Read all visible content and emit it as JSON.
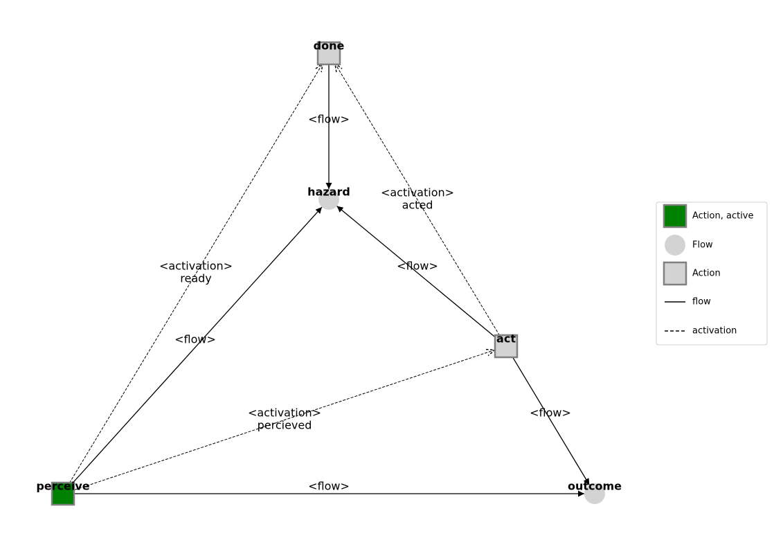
{
  "diagram": {
    "colors": {
      "action_active": "#008000",
      "action": "#d3d3d3",
      "action_border": "#808080",
      "flow_node": "#d3d3d3",
      "edge": "#000000"
    },
    "nodes": [
      {
        "id": "done",
        "label": "done",
        "kind": "action"
      },
      {
        "id": "hazard",
        "label": "hazard",
        "kind": "flow"
      },
      {
        "id": "act",
        "label": "act",
        "kind": "action"
      },
      {
        "id": "perceive",
        "label": "perceive",
        "kind": "action_active"
      },
      {
        "id": "outcome",
        "label": "outcome",
        "kind": "flow"
      }
    ],
    "edges": [
      {
        "from": "done",
        "to": "hazard",
        "type": "flow",
        "label": [
          "<flow>"
        ]
      },
      {
        "from": "act",
        "to": "hazard",
        "type": "flow",
        "label": [
          "<flow>"
        ]
      },
      {
        "from": "perceive",
        "to": "hazard",
        "type": "flow",
        "label": [
          "<flow>"
        ]
      },
      {
        "from": "act",
        "to": "outcome",
        "type": "flow",
        "label": [
          "<flow>"
        ]
      },
      {
        "from": "perceive",
        "to": "outcome",
        "type": "flow",
        "label": [
          "<flow>"
        ]
      },
      {
        "from": "perceive",
        "to": "done",
        "type": "activation",
        "label": [
          "<activation>",
          "ready"
        ]
      },
      {
        "from": "act",
        "to": "done",
        "type": "activation",
        "label": [
          "<activation>",
          "acted"
        ]
      },
      {
        "from": "perceive",
        "to": "act",
        "type": "activation",
        "label": [
          "<activation>",
          "percieved"
        ]
      }
    ]
  },
  "legend": {
    "items": [
      {
        "label": "Action, active",
        "symbol": "action_active"
      },
      {
        "label": "Flow",
        "symbol": "flow"
      },
      {
        "label": "Action",
        "symbol": "action"
      },
      {
        "label": "flow",
        "symbol": "flow_line"
      },
      {
        "label": "activation",
        "symbol": "activation_line"
      }
    ]
  }
}
